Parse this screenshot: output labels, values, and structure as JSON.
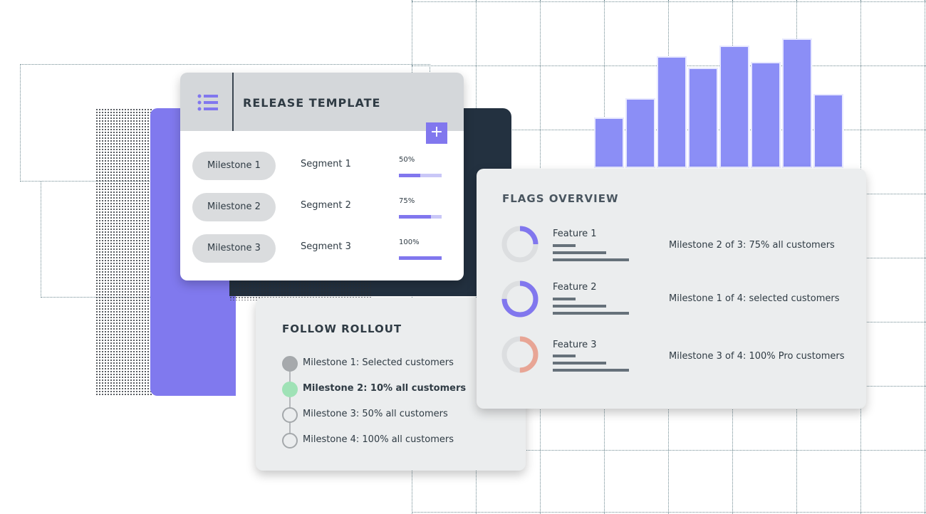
{
  "release_template": {
    "title": "RELEASE TEMPLATE",
    "add_label": "+",
    "rows": [
      {
        "milestone": "Milestone 1",
        "segment": "Segment 1",
        "percent_label": "50%",
        "progress": 0.5
      },
      {
        "milestone": "Milestone 2",
        "segment": "Segment 2",
        "percent_label": "75%",
        "progress": 0.75
      },
      {
        "milestone": "Milestone 3",
        "segment": "Segment 3",
        "percent_label": "100%",
        "progress": 1.0
      }
    ]
  },
  "follow_rollout": {
    "title": "FOLLOW ROLLOUT",
    "steps": [
      {
        "label": "Milestone 1: Selected customers",
        "state": "done"
      },
      {
        "label": "Milestone 2: 10% all customers",
        "state": "active"
      },
      {
        "label": "Milestone 3: 50% all customers",
        "state": "pending"
      },
      {
        "label": "Milestone 4: 100% all customers",
        "state": "pending"
      }
    ]
  },
  "flags_overview": {
    "title": "FLAGS OVERVIEW",
    "features": [
      {
        "name": "Feature 1",
        "status": "Milestone 2 of 3: 75% all customers",
        "ring_fraction": 0.25,
        "ring_color": "#8177ee"
      },
      {
        "name": "Feature 2",
        "status": "Milestone 1 of 4: selected customers",
        "ring_fraction": 0.75,
        "ring_color": "#8177ee"
      },
      {
        "name": "Feature 3",
        "status": "Milestone 3 of 4: 100% Pro customers",
        "ring_fraction": 0.5,
        "ring_color": "#e8a595"
      }
    ]
  },
  "histogram": {
    "relative_heights": [
      0.36,
      0.5,
      0.8,
      0.72,
      0.88,
      0.76,
      0.93,
      0.53
    ]
  },
  "colors": {
    "accent": "#8177ee",
    "dark": "#233140",
    "success": "#9fe2b6",
    "card": "#ebedee"
  }
}
